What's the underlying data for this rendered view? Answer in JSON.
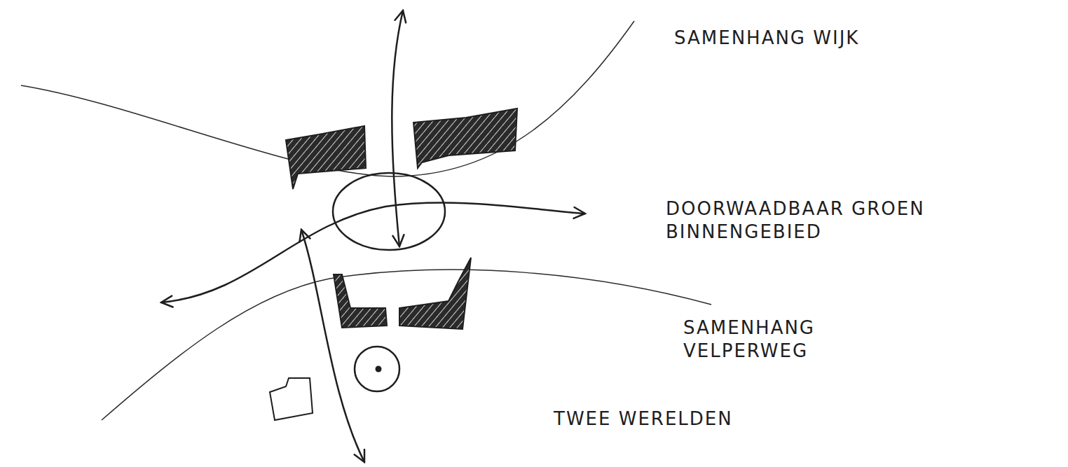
{
  "diagram": {
    "labels": [
      "SAMENHANG WIJK",
      "DOORWAADBAAR GROEN BINNENGEBIED",
      "SAMENHANG VELPERWEG",
      "TWEE WERELDEN"
    ]
  }
}
